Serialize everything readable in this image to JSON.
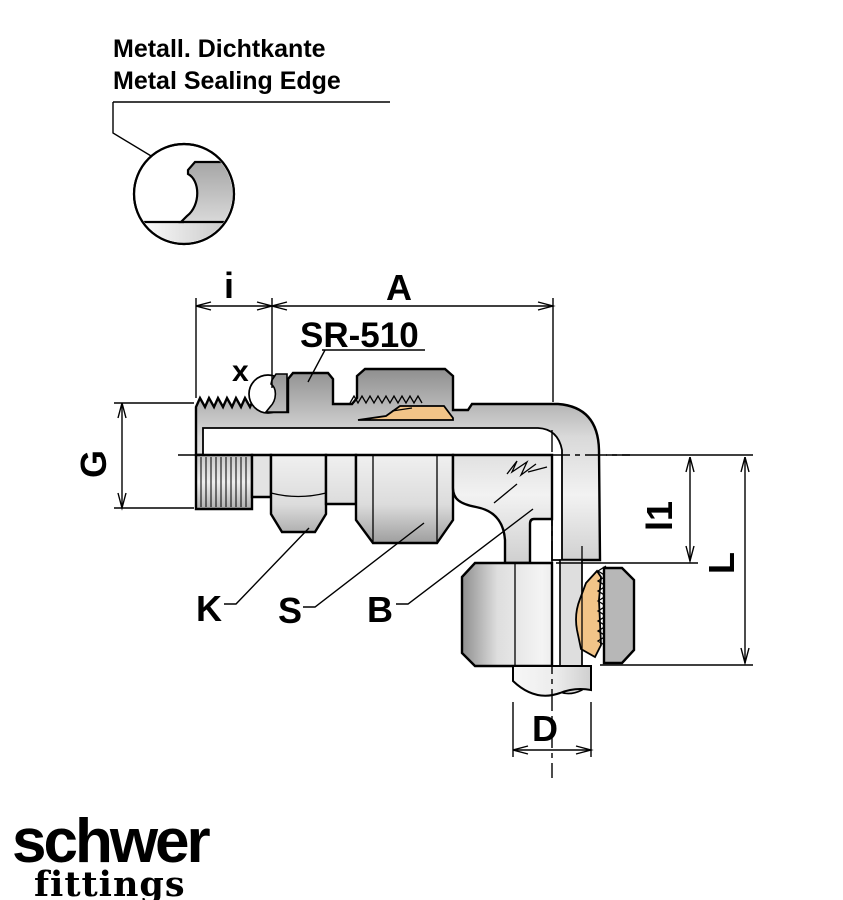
{
  "drawing_title": {
    "line1": "Metall. Dichtkante",
    "line2": "Metal Sealing Edge"
  },
  "part": {
    "series": "SR-510",
    "detail_marker": "x"
  },
  "dimensions": {
    "i": "i",
    "a": "A",
    "g": "G",
    "k": "K",
    "s": "S",
    "b": "B",
    "l1": "l1",
    "l": "L",
    "d": "D"
  },
  "logo": {
    "brand": "schwer",
    "tagline": "fittings"
  },
  "colors": {
    "ferrule": "#f2c488",
    "metal_light": "#f2f2f2",
    "metal_dark": "#8f8f8f",
    "logo_gray": "#aca69e",
    "outline": "#000000"
  }
}
